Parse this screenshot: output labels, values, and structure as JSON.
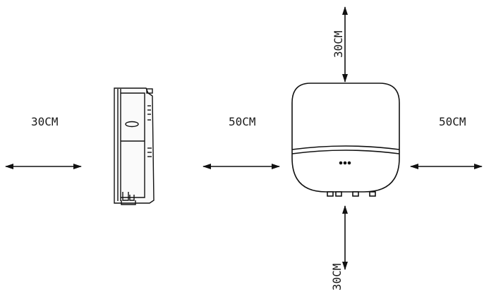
{
  "labels": {
    "side_left": "30CM",
    "front_left": "50CM",
    "front_right": "50CM",
    "top": "30CM",
    "bottom": "30CM"
  }
}
